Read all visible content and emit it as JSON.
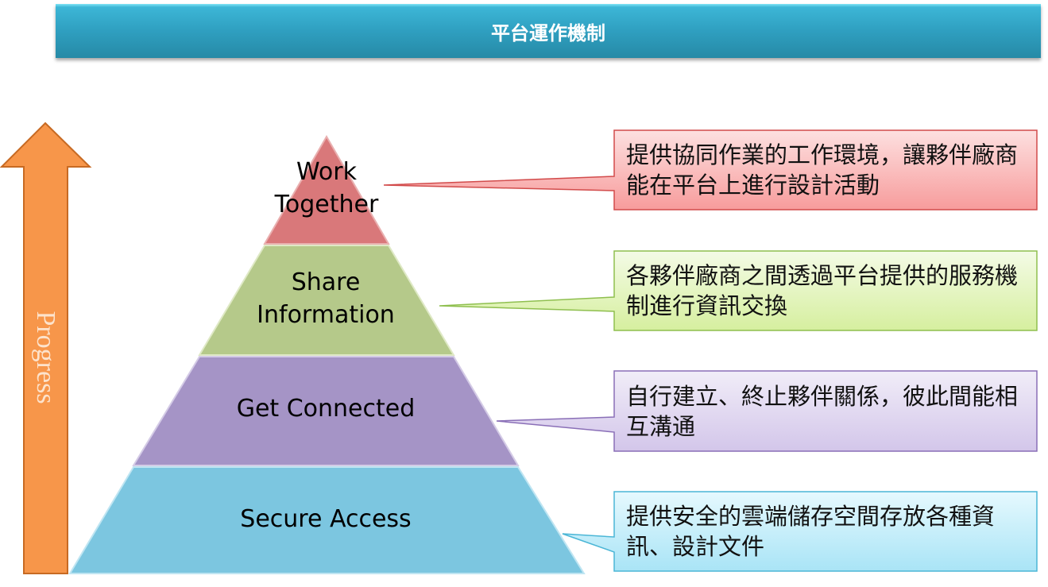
{
  "header": {
    "title": "平台運作機制"
  },
  "arrow": {
    "label": "Progress",
    "color": "#f7964a"
  },
  "pyramid": [
    {
      "label_lines": [
        "Work",
        "Together"
      ],
      "color": "#d9787a"
    },
    {
      "label_lines": [
        "Share",
        "Information"
      ],
      "color": "#b5c98a"
    },
    {
      "label_lines": [
        "Get Connected"
      ],
      "color": "#a594c6"
    },
    {
      "label_lines": [
        "Secure Access"
      ],
      "color": "#7cc6e0"
    }
  ],
  "callouts": [
    {
      "text": "提供協同作業的工作環境，讓夥伴廠商能在平台上進行設計活動",
      "color": "#f9b3b3"
    },
    {
      "text": "各夥伴廠商之間透過平台提供的服務機制進行資訊交換",
      "color": "#e6f5c5"
    },
    {
      "text": "自行建立、終止夥伴關係，彼此間能相互溝通",
      "color": "#e4dcf0"
    },
    {
      "text": "提供安全的雲端儲存空間存放各種資訊、設計文件",
      "color": "#c8eef9"
    }
  ]
}
